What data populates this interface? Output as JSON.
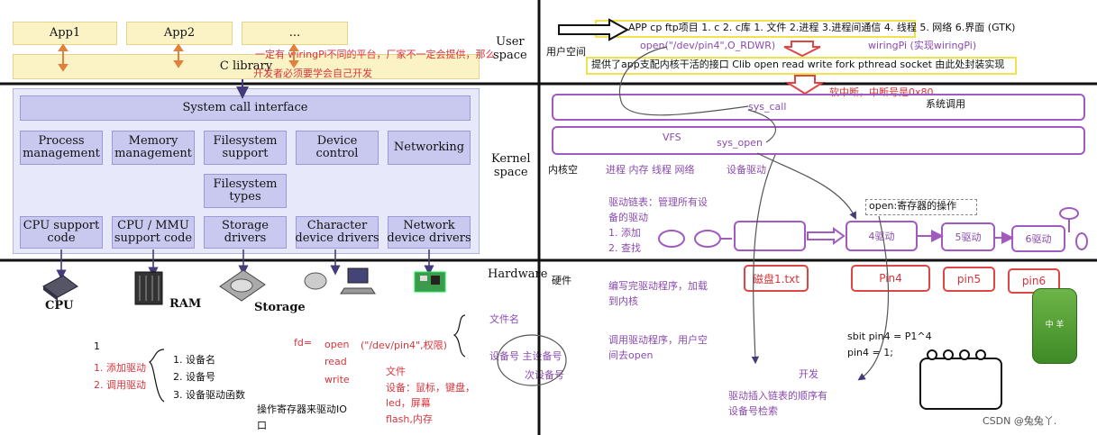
{
  "left": {
    "apps": [
      "App1",
      "App2",
      "..."
    ],
    "c_library": "C library",
    "layers": {
      "user": "User\nspace",
      "kernel": "Kernel\nspace",
      "hardware": "Hardware"
    },
    "syscall": "System call interface",
    "row1": [
      "Process\nmanagement",
      "Memory\nmanagement",
      "Filesystem\nsupport",
      "Device\ncontrol",
      "Networking"
    ],
    "fs_types": "Filesystem\ntypes",
    "row2": [
      "CPU support\ncode",
      "CPU / MMU\nsupport code",
      "Storage\ndrivers",
      "Character\ndevice drivers",
      "Network\ndevice drivers"
    ],
    "hw": [
      "CPU",
      "RAM",
      "Storage"
    ],
    "red_note_1": "一定有   wiringPi不同的平台，厂家不一定会提供，那么",
    "red_note_2": "开发者必须要学会自己开发"
  },
  "right": {
    "top_line": "APP  cp ftp项目      1. c  2. c库       1. 文件 2.进程 3.进程间通信 4. 线程 5. 网络   6.界面  (GTK)",
    "user_space_label": "用户空间",
    "open_call": "open(\"/dev/pin4\",O_RDWR)",
    "wiringpi": "wiringPi   (实现wiringPi)",
    "clib_line": "提供了app支配内核干活的接口 Clib  open read write fork pthread socket 由此处封装实现",
    "soft_irq": "软中断，中断号是0x80",
    "sys_call": "sys_call",
    "syscall_label": "系统调用",
    "vfs": "VFS",
    "sys_open": "sys_open",
    "kernel_label": "内核空",
    "kernel_items": "进程 内存 线程 网络",
    "driver_label": "设备驱动",
    "driver_list": "驱动链表：管理所有设\n备的驱动\n1. 添加\n2. 查找",
    "open_reg": "open:寄存器的操作",
    "chain": [
      "4驱动",
      "5驱动",
      "6驱动"
    ],
    "hw_label": "硬件",
    "write_driver": "编写完驱动程序，加载\n到内核",
    "hw_boxes": [
      "磁盘1.txt",
      "Pin4",
      "pin5",
      "pin6"
    ],
    "call_driver": "调用驱动程序，用户空\n间去open",
    "sbit": "sbit pin4 = P1^4\npin4 = 1;",
    "develop": "开发",
    "insert_note": "驱动插入链表的顺序有\n设备号检索",
    "chip_label": "中  羊",
    "watermark": "CSDN @兔兔丫."
  },
  "bottom": {
    "one": "1",
    "steps_red": "1. 添加驱动\n2. 调用驱动",
    "list": "1. 设备名\n2. 设备号\n3. 设备驱动函数",
    "fd": "fd=",
    "ops": "open\nread\nwrite",
    "path": "(\"/dev/pin4\",权限)",
    "file_note": "文件\n设备：鼠标，键盘，\nled，屏幕\nflash,内存",
    "io_note": "操作寄存器来驱动IO\n口",
    "file_name": "文件名",
    "dev_no": "设备号  主设备号",
    "minor": "次设备号"
  }
}
